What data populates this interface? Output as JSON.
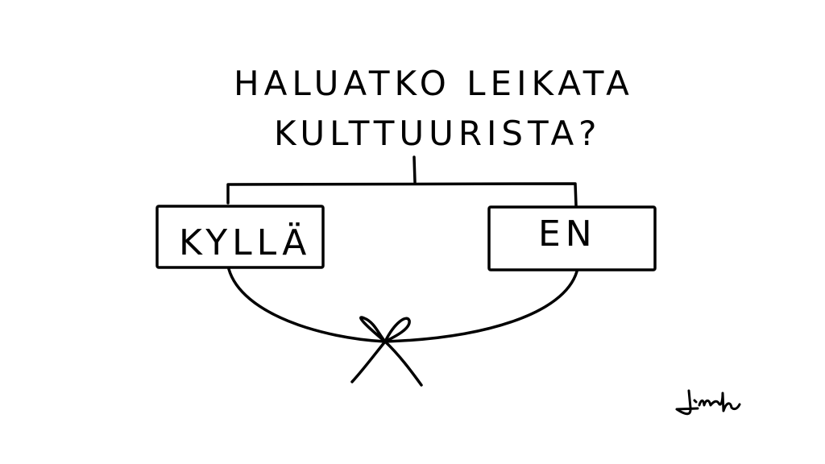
{
  "question": {
    "line1": "HALUATKO LEIKATA",
    "line2": "KULTTUURISTA?"
  },
  "options": [
    {
      "label": "KYLLÄ"
    },
    {
      "label": "EN"
    }
  ],
  "signature": "Jindi",
  "colors": {
    "ink": "#000000",
    "background": "#ffffff"
  }
}
